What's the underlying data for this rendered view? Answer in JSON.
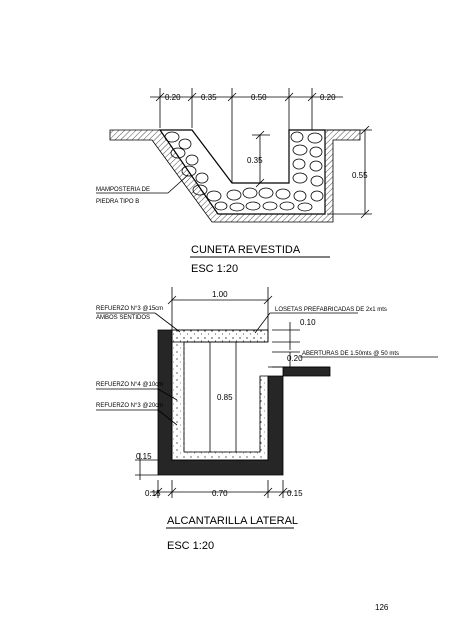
{
  "cuneta": {
    "dims_top": [
      "0.20",
      "0.35",
      "0.50",
      "0.20"
    ],
    "dim_inner_depth": "0.35",
    "dim_total_depth": "0.55",
    "material_label_1": "MAMPOSTERIA DE",
    "material_label_2": "PIEDRA TIPO B",
    "title": "CUNETA REVESTIDA",
    "scale": "ESC 1:20"
  },
  "alcantarilla": {
    "dim_top": "1.00",
    "dim_slab": "0.10",
    "dim_opening_gap": "0.20",
    "dim_height": "0.85",
    "dim_bottom_wall": "0.15",
    "dims_bottom": [
      "0.15",
      "0.70",
      "0.15"
    ],
    "label_refuerzo_top_1": "REFUERZO N°3 @15cm",
    "label_refuerzo_top_2": "AMBOS SENTIDOS",
    "label_losetas": "LOSETAS PREFABRICADAS DE 2x1 mts",
    "label_aberturas": "ABERTURAS DE 1.50mts @ 50 mts",
    "label_refuerzo_4": "REFUERZO N°4 @10cm",
    "label_refuerzo_3": "REFUERZO N°3 @20cm",
    "title": "ALCANTARILLA LATERAL",
    "scale": "ESC 1:20"
  },
  "page_number": "126"
}
